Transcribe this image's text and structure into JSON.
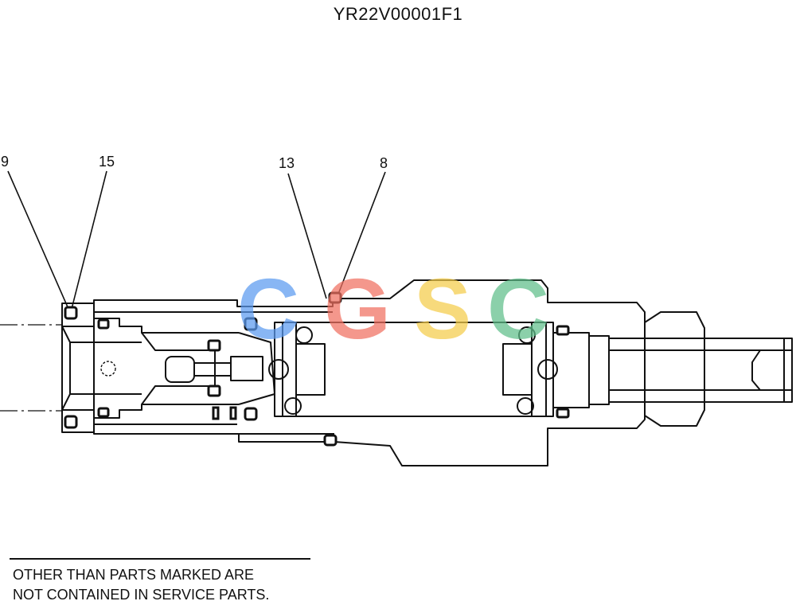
{
  "figure_code": "YR22V00001F1",
  "callouts": [
    {
      "id": "9",
      "label": "9"
    },
    {
      "id": "15",
      "label": "15"
    },
    {
      "id": "13",
      "label": "13"
    },
    {
      "id": "8",
      "label": "8"
    }
  ],
  "watermark": {
    "letters": [
      "C",
      "G",
      "S",
      "C"
    ],
    "colors": [
      "#5b9bf0",
      "#f07060",
      "#f5cc4a",
      "#5fbf8a"
    ]
  },
  "note": {
    "line1": "OTHER THAN PARTS MARKED ARE",
    "line2": "NOT CONTAINED IN SERVICE PARTS."
  }
}
